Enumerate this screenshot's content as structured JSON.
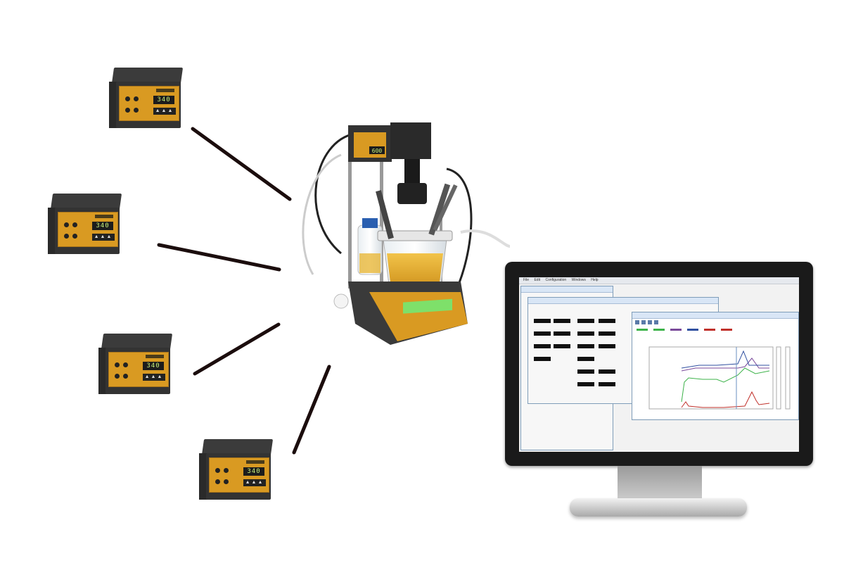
{
  "controllers": [
    {
      "display": "340"
    },
    {
      "display": "340"
    },
    {
      "display": "340"
    },
    {
      "display": "340"
    }
  ],
  "bioreactor": {
    "head_display": "600"
  },
  "software": {
    "menu": [
      "File",
      "Edit",
      "Configuration",
      "Windows",
      "Help"
    ],
    "colors": {
      "green": "#3db34a",
      "red": "#c0302a",
      "purple": "#7a4a9a",
      "blue": "#3050a0"
    }
  },
  "colors": {
    "controller_panel": "#d99a22",
    "controller_body": "#333333",
    "link": "#1b0d0d",
    "bezel": "#1a1a1a"
  }
}
